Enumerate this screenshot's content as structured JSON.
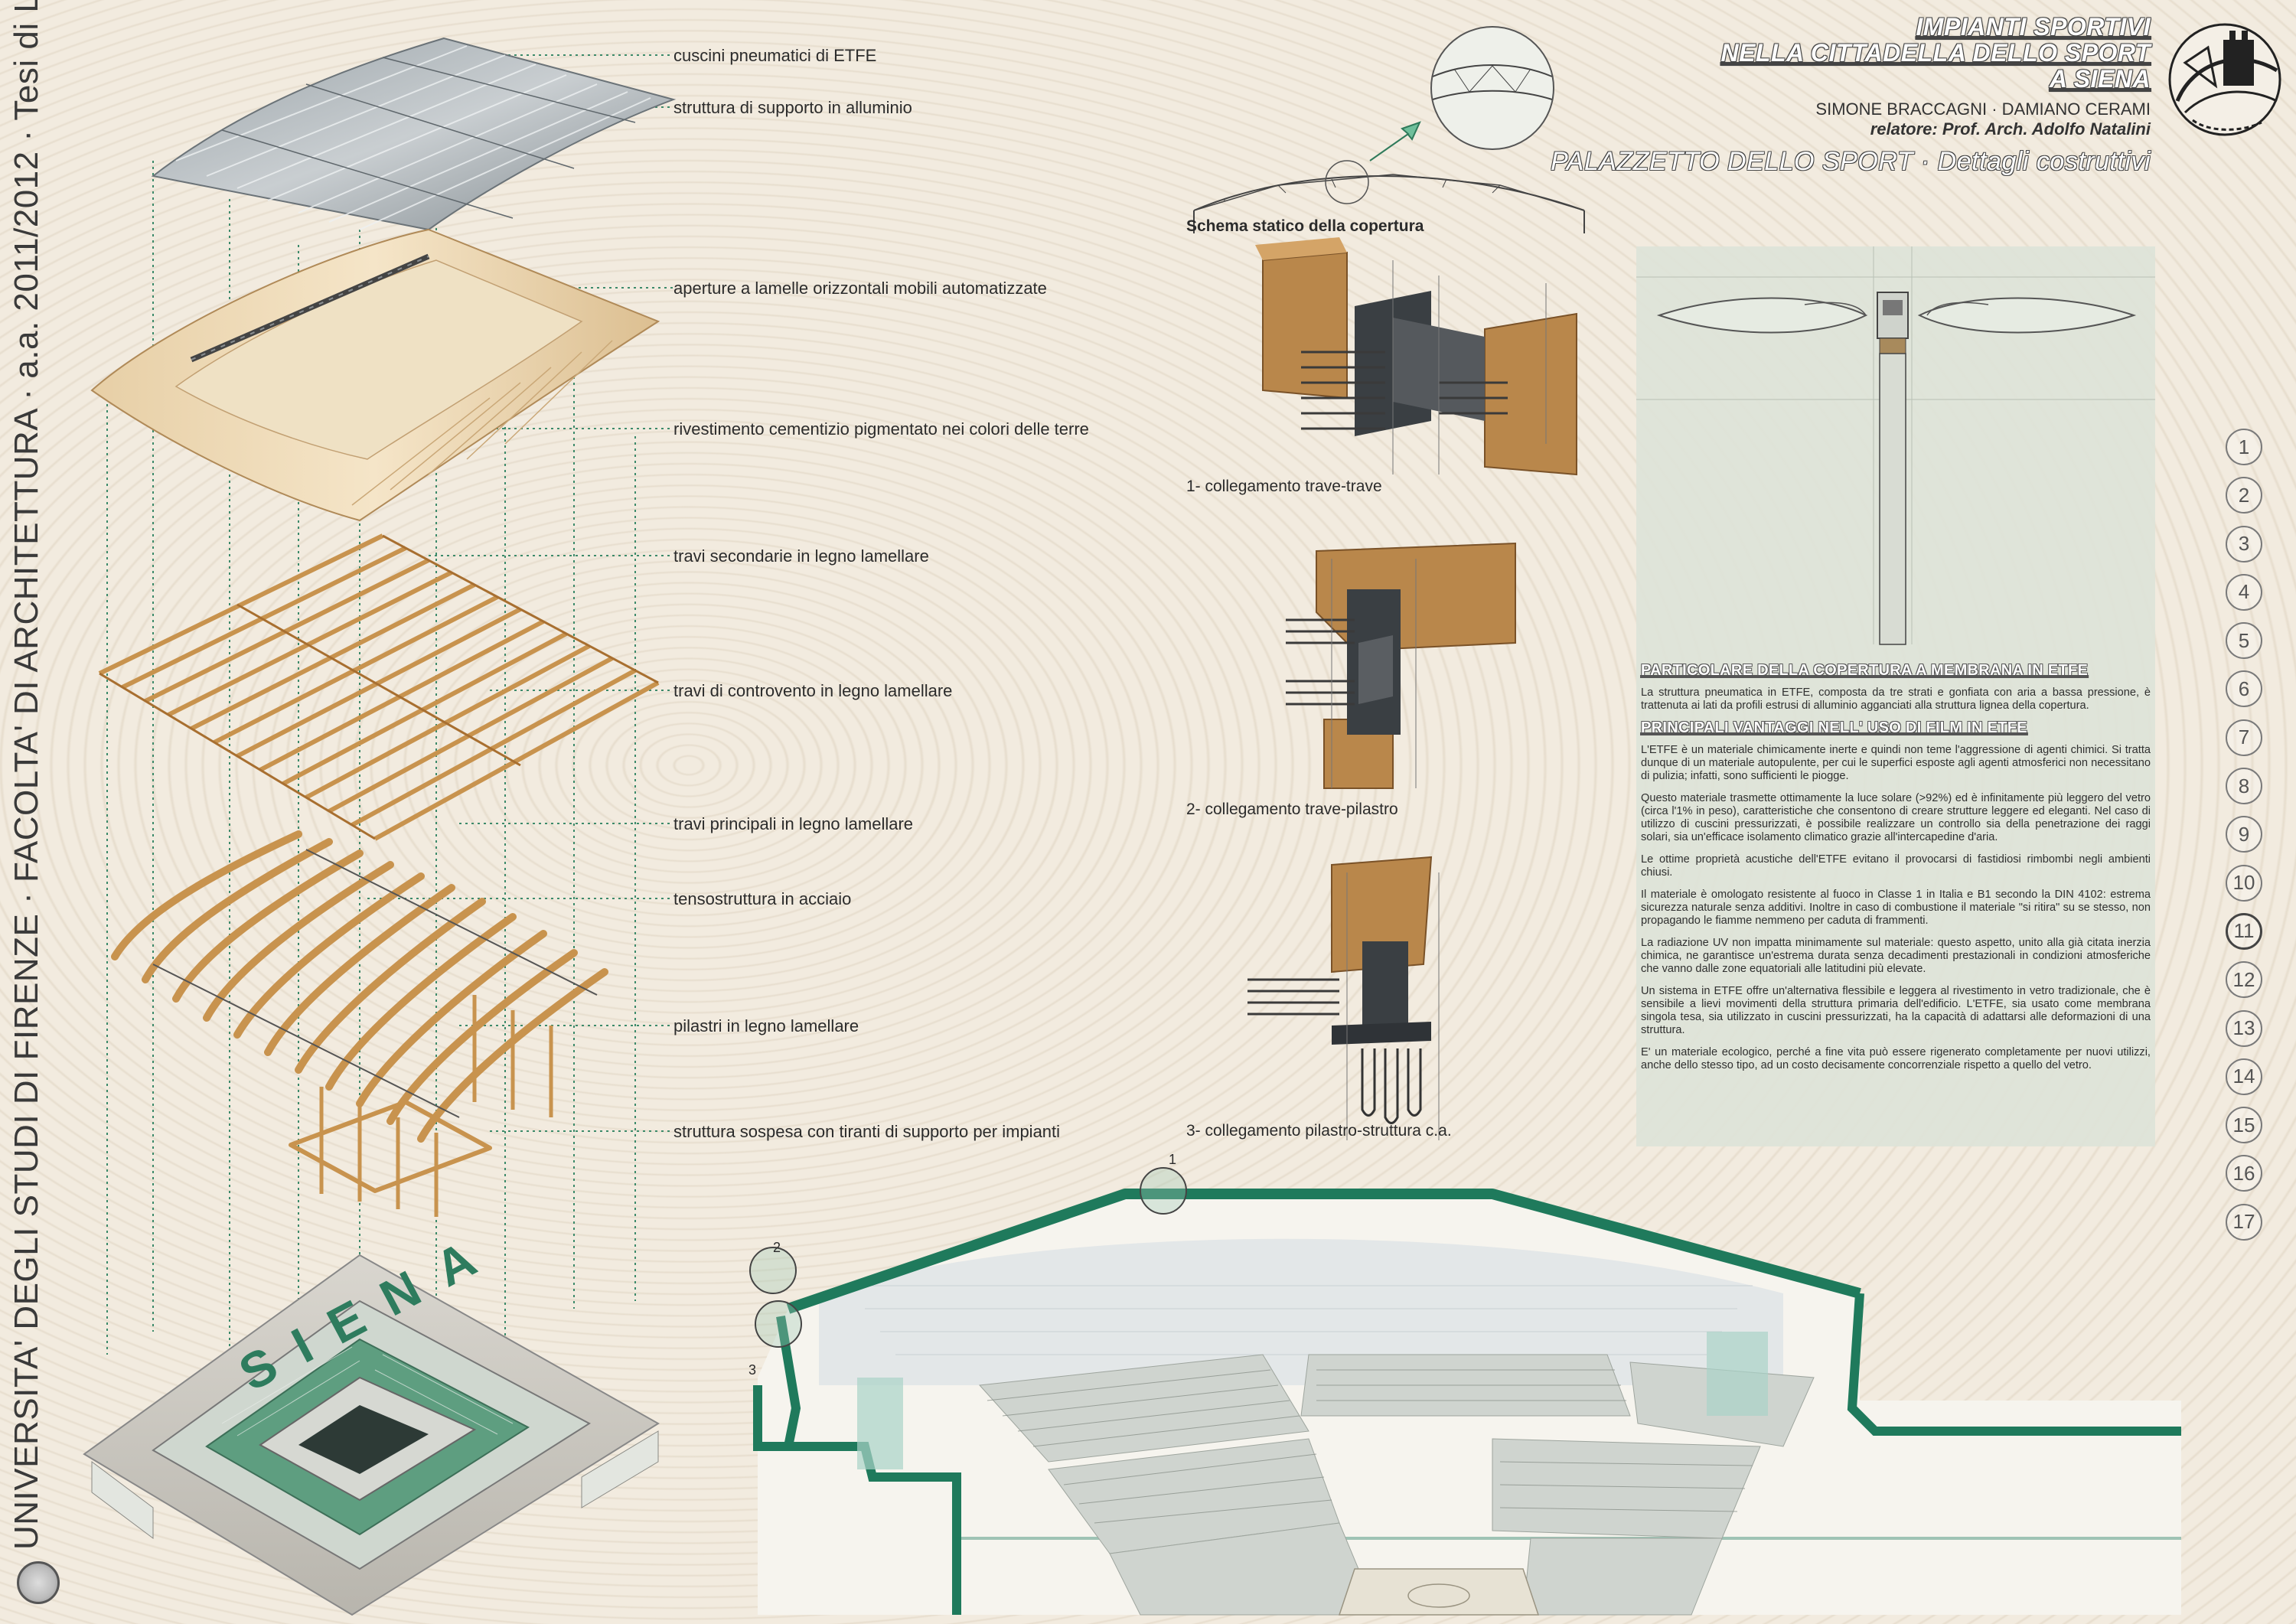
{
  "side_caption": "UNIVERSITA' DEGLI STUDI DI FIRENZE · FACOLTA' DI ARCHITETTURA · a.a. 2011/2012 · Tesi di Laurea in Progettazione Architettonica e Urbana",
  "title": {
    "line1": "IMPIANTI SPORTIVI",
    "line2": "NELLA CITTADELLA DELLO SPORT",
    "line3": "A SIENA",
    "authors": "SIMONE BRACCAGNI · DAMIANO CERAMI",
    "advisor": "relatore: Prof. Arch. Adolfo Natalini",
    "subtitle": "PALAZZETTO DELLO SPORT · Dettagli costruttivi"
  },
  "exploded_labels": [
    "cuscini pneumatici di ETFE",
    "struttura di supporto in alluminio",
    "aperture a lamelle orizzontali mobili automatizzate",
    "rivestimento cementizio pigmentato nei colori delle terre",
    "travi secondarie in legno lamellare",
    "travi di controvento in legno lamellare",
    "travi principali in legno lamellare",
    "tensostruttura in acciaio",
    "pilastri in legno lamellare",
    "struttura sospesa con tiranti di supporto per impianti"
  ],
  "arena_lettering": "SIENA",
  "static_scheme_caption": "Schema statico della copertura",
  "details": [
    {
      "caption": "1- collegamento trave-trave"
    },
    {
      "caption": "2- collegamento trave-pilastro"
    },
    {
      "caption": "3- collegamento pilastro-struttura c.a."
    }
  ],
  "section_markers": [
    "1",
    "2",
    "3"
  ],
  "panel": {
    "heading1": "PARTICOLARE DELLA COPERTURA A MEMBRANA IN ETFE",
    "intro": "La struttura pneumatica in ETFE, composta da tre strati e gonfiata con aria a bassa pressione, è trattenuta ai lati da profili estrusi di alluminio agganciati alla struttura lignea della copertura.",
    "heading2": "PRINCIPALI VANTAGGI NELL' USO DI FILM IN ETFE",
    "paragraphs": [
      "L'ETFE è un materiale chimicamente inerte e quindi non teme l'aggressione di agenti chimici. Si tratta dunque di un materiale autopulente, per cui le superfici esposte agli agenti atmosferici non necessitano di pulizia; infatti, sono sufficienti le piogge.",
      "Questo materiale trasmette ottimamente la luce solare (>92%) ed è infinitamente più leggero del vetro (circa l'1% in peso), caratteristiche che consentono di creare strutture leggere ed eleganti. Nel caso di utilizzo di cuscini pressurizzati, è possibile realizzare un controllo sia della penetrazione dei raggi solari, sia un'efficace isolamento climatico grazie all'intercapedine d'aria.",
      "Le ottime proprietà acustiche dell'ETFE evitano il provocarsi di fastidiosi rimbombi negli ambienti chiusi.",
      "Il materiale è omologato resistente al fuoco in Classe 1 in Italia e B1 secondo la DIN 4102: estrema sicurezza naturale senza additivi. Inoltre in caso di combustione il materiale \"si ritira\" su se stesso, non propagando le fiamme nemmeno per caduta di frammenti.",
      "La radiazione UV non impatta minimamente sul materiale: questo aspetto, unito alla già citata inerzia chimica, ne garantisce un'estrema durata senza decadimenti prestazionali in condizioni atmosferiche che vanno dalle zone equatoriali alle latitudini più elevate.",
      "Un sistema in ETFE offre un'alternativa flessibile e leggera al rivestimento in vetro tradizionale, che è sensibile a lievi movimenti della struttura primaria dell'edificio. L'ETFE, sia usato come membrana singola tesa, sia utilizzato in cuscini pressurizzati, ha la capacità di adattarsi alle deformazioni di una struttura.",
      "E' un materiale ecologico, perché a fine vita può essere rigenerato completamente per nuovi utilizzi, anche dello stesso tipo, ad un costo decisamente concorrenziale rispetto a quello del vetro."
    ]
  },
  "nav": {
    "items": [
      "1",
      "2",
      "3",
      "4",
      "5",
      "6",
      "7",
      "8",
      "9",
      "10",
      "11",
      "12",
      "13",
      "14",
      "15",
      "16",
      "17"
    ],
    "active": "11"
  },
  "colors": {
    "accent_green": "#1f7a5c",
    "wood": "#c8934e",
    "background": "#f2ebdf",
    "panel": "#dde3d8"
  }
}
